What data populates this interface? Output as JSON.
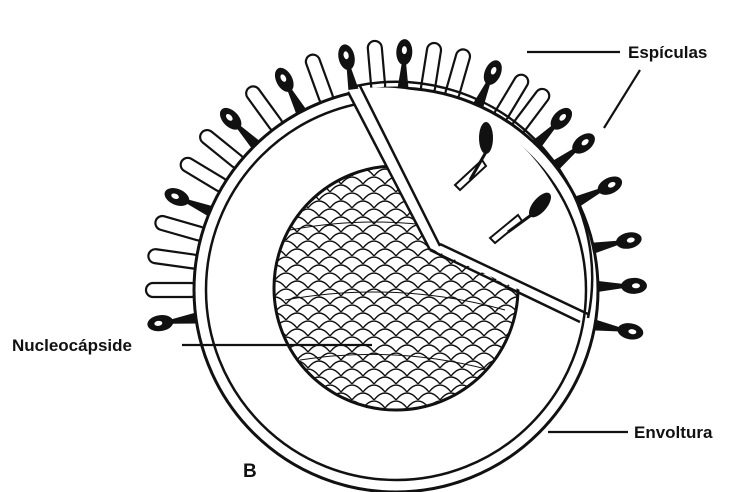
{
  "figure": {
    "panel_letter": "B",
    "labels": {
      "espiculas": "Espículas",
      "nucleocapside": "Nucleocápside",
      "envoltura": "Envoltura"
    }
  },
  "colors": {
    "ink": "#111111",
    "paper": "#ffffff"
  }
}
